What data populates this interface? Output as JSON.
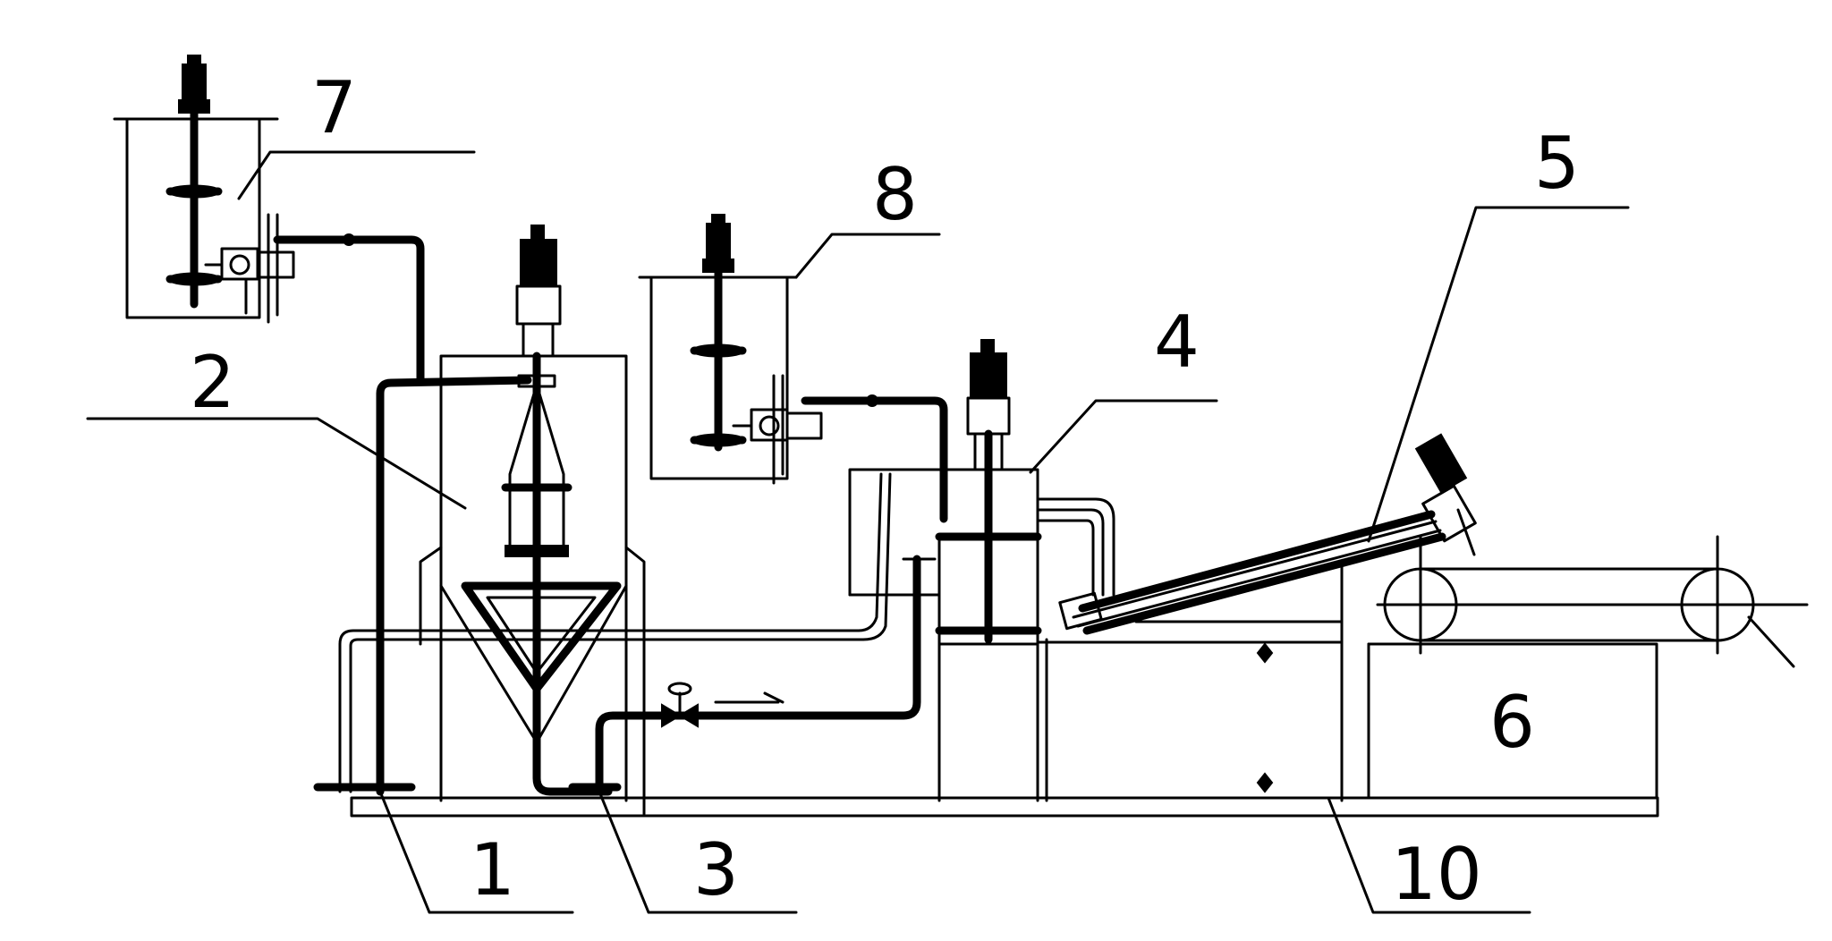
{
  "diagram": {
    "labels": {
      "label_1": "1",
      "label_2": "2",
      "label_3": "3",
      "label_4": "4",
      "label_5": "5",
      "label_6": "6",
      "label_7": "7",
      "label_8": "8",
      "label_10": "10"
    },
    "colors": {
      "ink": "#000000",
      "background": "#ffffff"
    }
  }
}
